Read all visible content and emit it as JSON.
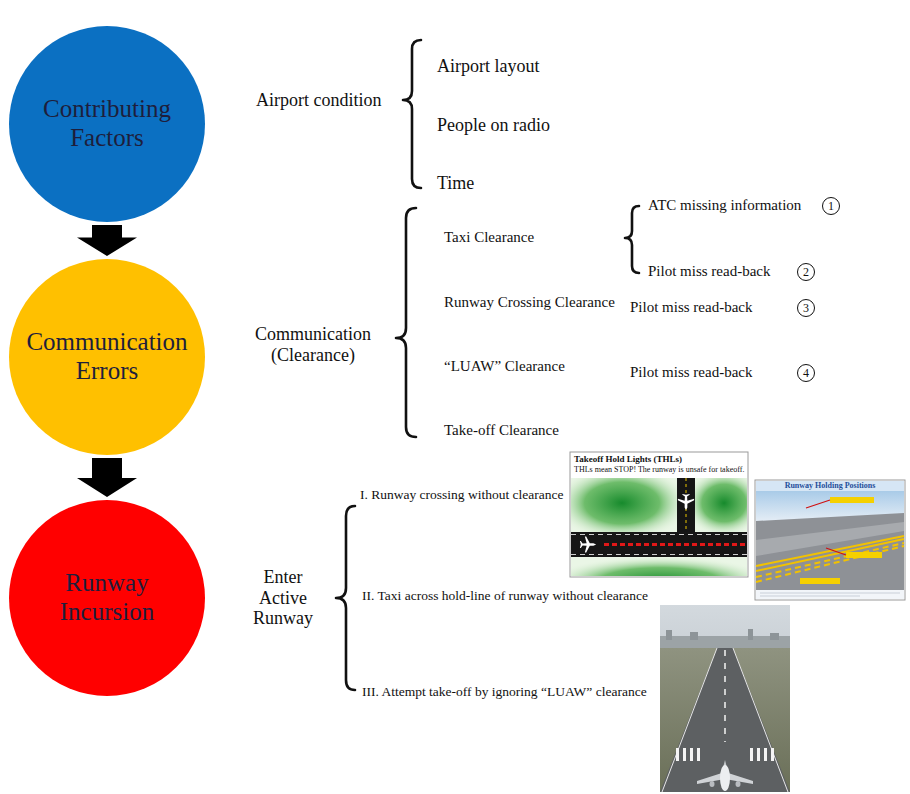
{
  "diagram": {
    "nodes": [
      {
        "text": [
          "Contributing Factors"
        ]
      },
      {
        "text": [
          "Communication Errors"
        ]
      },
      {
        "text": [
          "Runway Incursion"
        ]
      }
    ],
    "edges": [
      {
        "from": 0,
        "to": 1,
        "arrow": "to"
      },
      {
        "from": 1,
        "to": 2,
        "arrow": "to"
      }
    ],
    "labels": [
      "Airport condition",
      "Airport layout",
      "People on radio",
      "Time",
      "Communication (Clearance)",
      "Taxi Clearance",
      "Runway Crossing Clearance",
      "“LUAW” Clearance",
      "Take-off Clearance",
      "ATC missing information",
      "1",
      "Pilot miss read-back",
      "2",
      "Pilot miss read-back",
      "3",
      "Pilot miss read-back",
      "4",
      "Enter Active Runway",
      "I. Runway crossing without clearance",
      "Takeoff Hold Lights (THLs)",
      "THLs mean STOP! The runway is unsafe for takeoff.",
      "Runway Holding Positions",
      "II. Taxi across hold-line of runway without clearance",
      "III. Attempt take-off by ignoring “LUAW” clearance"
    ]
  }
}
